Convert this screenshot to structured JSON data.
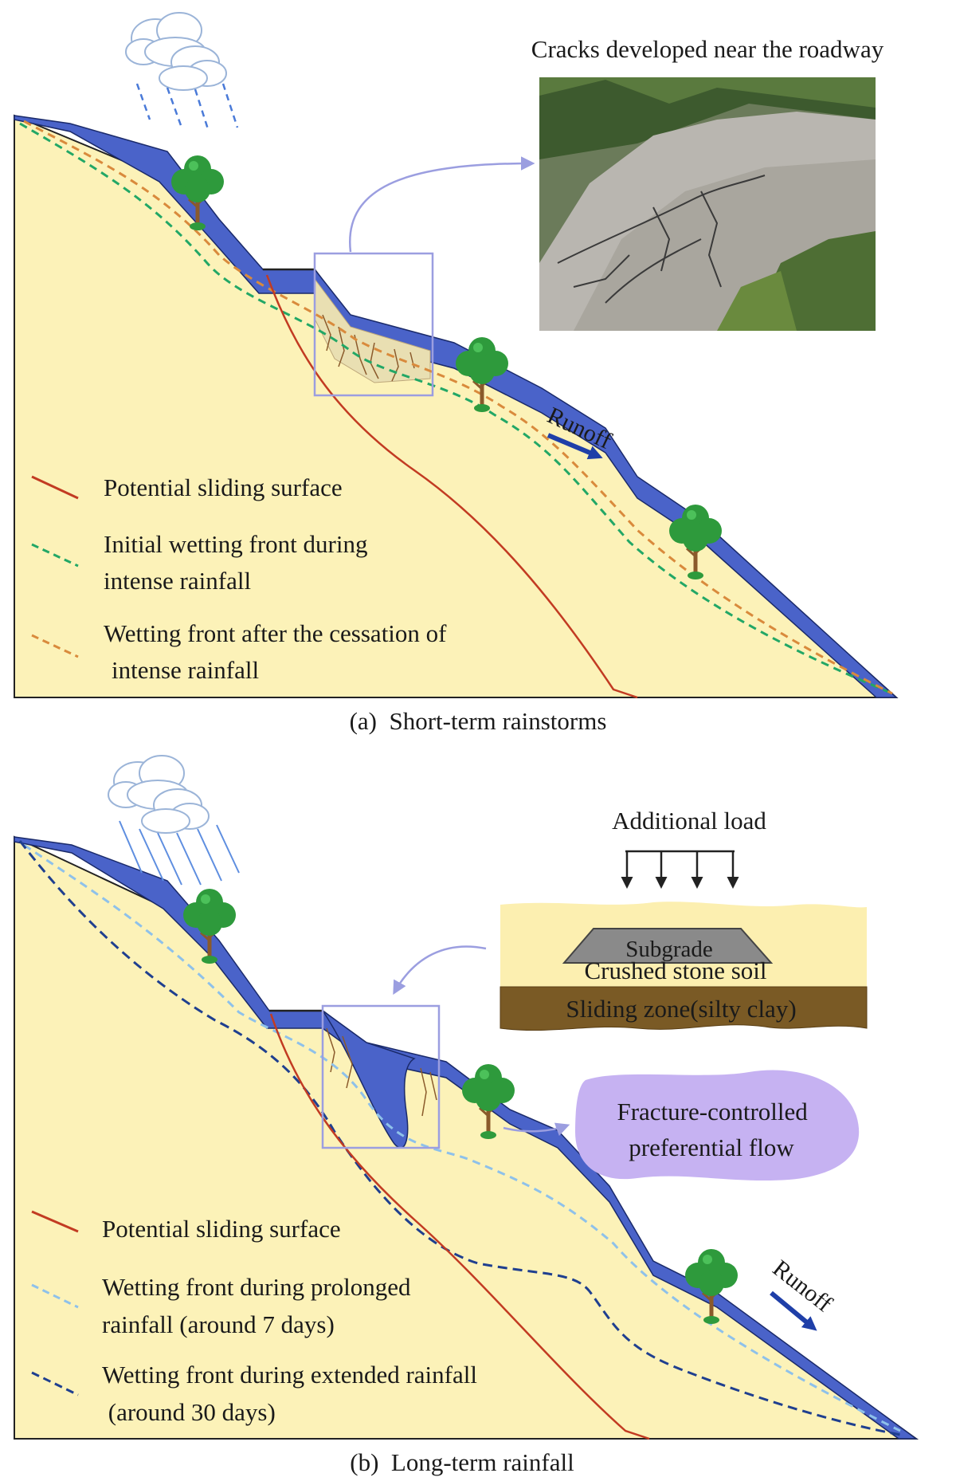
{
  "panel_a": {
    "photo_title": "Cracks developed near the roadway",
    "runoff": "Runoff",
    "legend": [
      {
        "label_lines": [
          "Potential sliding surface"
        ],
        "color": "#c23b22",
        "style": "solid"
      },
      {
        "label_lines": [
          "Initial wetting front during",
          "intense rainfall"
        ],
        "color": "#22a766",
        "style": "dashed"
      },
      {
        "label_lines": [
          "Wetting front after the cessation of",
          "intense rainfall"
        ],
        "color": "#d98a3c",
        "style": "dashed"
      }
    ],
    "caption": "(a)  Short-term rainstorms"
  },
  "panel_b": {
    "load_label": "Additional load",
    "subgrade": "Subgrade",
    "crushed_stone": "Crushed stone soil",
    "sliding_zone": "Sliding zone(silty clay)",
    "flow_label_lines": [
      "Fracture-controlled",
      "preferential flow"
    ],
    "runoff": "Runoff",
    "legend": [
      {
        "label_lines": [
          "Potential sliding surface"
        ],
        "color": "#c23b22",
        "style": "solid"
      },
      {
        "label_lines": [
          "Wetting front during prolonged",
          "rainfall (around 7 days)"
        ],
        "color": "#8ec1ea",
        "style": "dashed"
      },
      {
        "label_lines": [
          "Wetting front during extended rainfall",
          " (around 30 days)"
        ],
        "color": "#1f3f8f",
        "style": "dashed"
      }
    ],
    "caption": "(b)  Long-term rainfall"
  },
  "colors": {
    "soil": "#fcf2b8",
    "surface_layer": "#4a63c9",
    "frame_box": "#9b9ee0",
    "arrow": "#9b9ee0",
    "runoff_arrow": "#1f3fa8",
    "tree": "#2e9a3c",
    "flow_bubble": "#c6b2f2"
  }
}
